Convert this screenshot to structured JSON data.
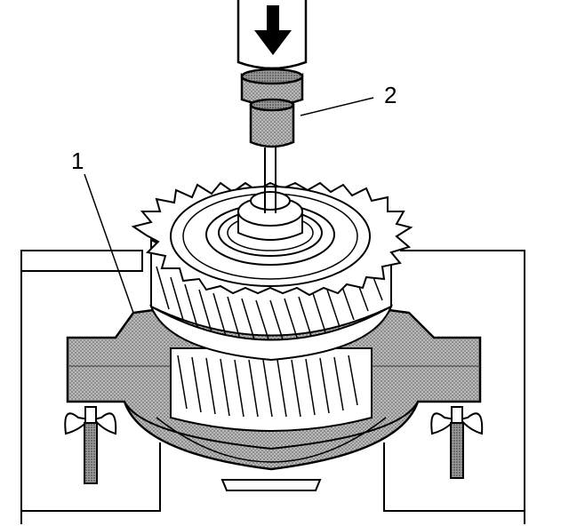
{
  "diagram": {
    "callouts": [
      {
        "id": "1",
        "text": "1"
      },
      {
        "id": "2",
        "text": "2"
      }
    ],
    "colors": {
      "line": "#000000",
      "background": "#ffffff",
      "shade": "#8a8a8a"
    }
  }
}
